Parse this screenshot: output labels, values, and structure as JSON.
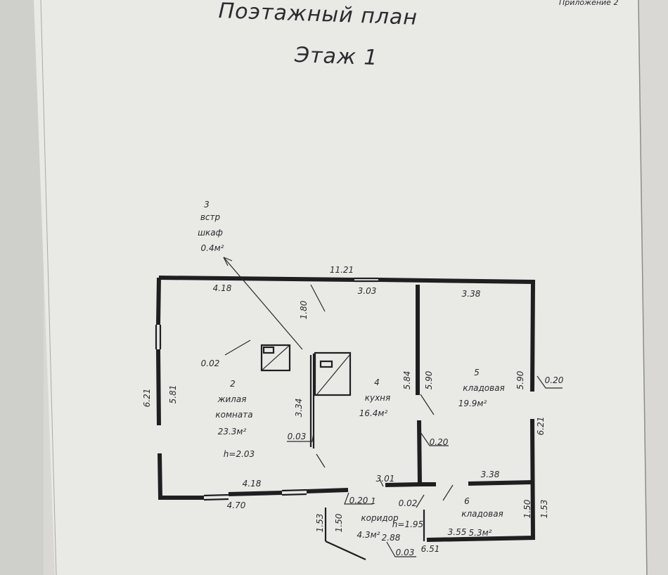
{
  "header": {
    "title": "Поэтажный план",
    "floor": "Этаж 1",
    "appendix": "Приложение 2"
  },
  "rooms": {
    "closet": {
      "num": "3",
      "l1": "встр",
      "l2": "шкаф",
      "area": "0.4м²"
    },
    "living": {
      "num": "2",
      "l1": "жилая",
      "l2": "комната",
      "area": "23.3м²",
      "height": "h=2.03"
    },
    "kitchen": {
      "num": "4",
      "l1": "кухня",
      "area": "16.4м²"
    },
    "storage5": {
      "num": "5",
      "l1": "кладовая",
      "area": "19.9м²"
    },
    "corridor": {
      "num": "1",
      "l1": "коридор",
      "area": "4.3м²",
      "height": "h=1.95"
    },
    "storage6": {
      "num": "6",
      "l1": "кладовая",
      "area": "5.3м²"
    }
  },
  "dims": {
    "top_total": "11.21",
    "top_living": "4.18",
    "top_door": "3.03",
    "top_storage": "3.38",
    "closet_h": "1.80",
    "left_outer": "6.21",
    "left_inner": "5.81",
    "leader_002_a": "0.02",
    "part_334": "3.34",
    "leader_003_a": "0.03",
    "kitchen_584": "5.84",
    "kitchen_590": "5.90",
    "storage_590": "5.90",
    "right_020": "0.20",
    "right_621": "6.21",
    "mid_020": "0.20",
    "bottom_418": "4.18",
    "bottom_470": "4.70",
    "corr_020": "0.20",
    "corr_301": "3.01",
    "corr_002": "0.02",
    "st6_338": "3.38",
    "corr_153_l": "1.53",
    "corr_150_l": "1.50",
    "corr_288": "2.88",
    "corr_003": "0.03",
    "st6_150": "1.50",
    "st6_153": "1.53",
    "st6_355": "3.55",
    "st6_651": "6.51"
  }
}
